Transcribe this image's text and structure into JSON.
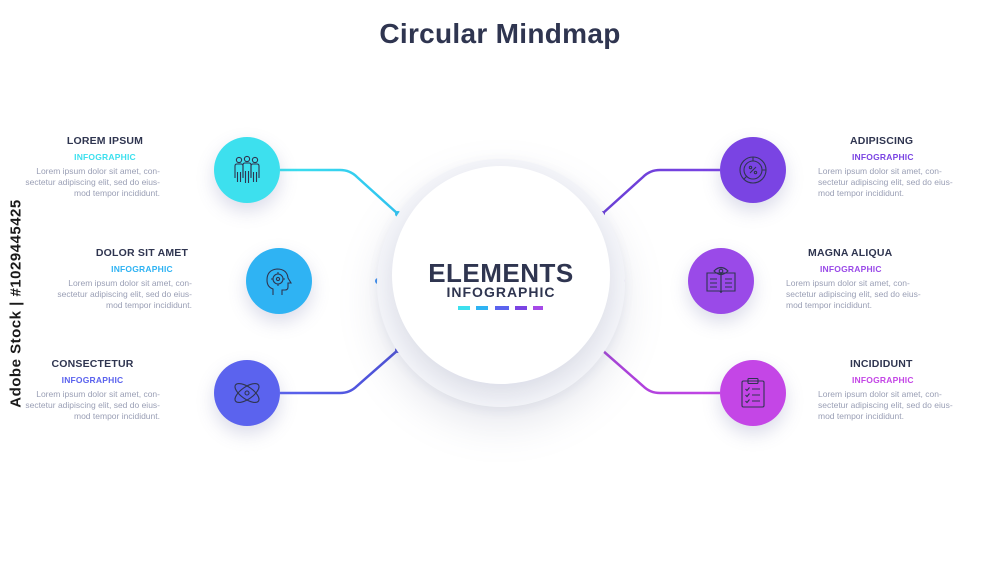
{
  "title": "Circular Mindmap",
  "center": {
    "title": "ELEMENTS",
    "subtitle": "INFOGRAPHIC"
  },
  "items": [
    {
      "heading": "LOREM IPSUM",
      "subheading": "INFOGRAPHIC",
      "icon": "team-icon",
      "color": "#3de0ee",
      "desc": [
        "Lorem ipsum dolor sit amet, con-",
        "sectetur adipiscing elit, sed do eius-",
        "mod tempor incididunt."
      ]
    },
    {
      "heading": "DOLOR SIT AMET",
      "subheading": "INFOGRAPHIC",
      "icon": "head-brain-icon",
      "color": "#2fb3f3",
      "desc": [
        "Lorem ipsum dolor sit amet, con-",
        "sectetur adipiscing elit, sed do eius-",
        "mod tempor incididunt."
      ]
    },
    {
      "heading": "CONSECTETUR",
      "subheading": "INFOGRAPHIC",
      "icon": "atom-icon",
      "color": "#5b63ee",
      "desc": [
        "Lorem ipsum dolor sit amet, con-",
        "sectetur adipiscing elit, sed do eius-",
        "mod tempor incididunt."
      ]
    },
    {
      "heading": "ADIPISCING",
      "subheading": "INFOGRAPHIC",
      "icon": "percent-chart-icon",
      "color": "#7a44e3",
      "desc": [
        "Lorem ipsum dolor sit amet, con-",
        "sectetur adipiscing elit, sed do eius-",
        "mod tempor incididunt."
      ]
    },
    {
      "heading": "MAGNA ALIQUA",
      "subheading": "INFOGRAPHIC",
      "icon": "book-eye-icon",
      "color": "#9a4ae8",
      "desc": [
        "Lorem ipsum dolor sit amet, con-",
        "sectetur adipiscing elit, sed do eius-",
        "mod tempor incididunt."
      ]
    },
    {
      "heading": "INCIDIDUNT",
      "subheading": "INFOGRAPHIC",
      "icon": "clipboard-checklist-icon",
      "color": "#c446e6",
      "desc": [
        "Lorem ipsum dolor sit amet, con-",
        "sectetur adipiscing elit, sed do eius-",
        "mod tempor incididunt."
      ]
    }
  ],
  "dash_colors": [
    "#3de0ee",
    "#2fb3f3",
    "#5b63ee",
    "#7a44e3",
    "#a64ae8"
  ],
  "watermark": "Adobe Stock | #1029445425"
}
